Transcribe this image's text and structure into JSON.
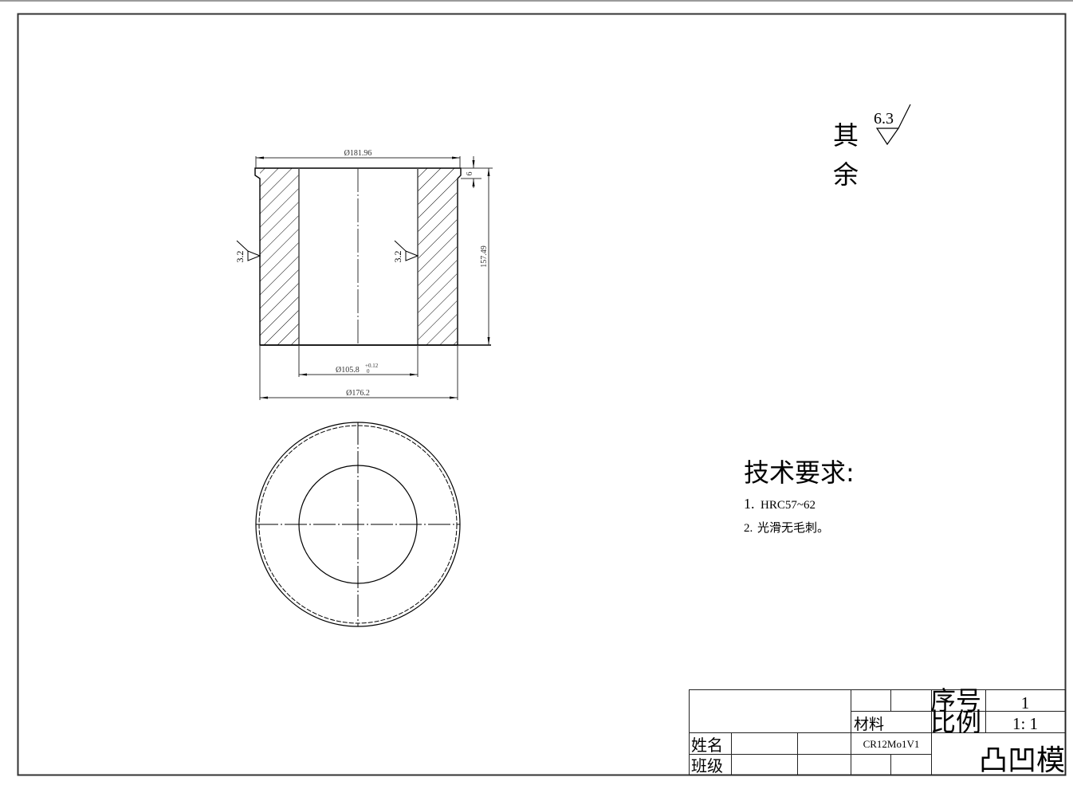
{
  "drawing": {
    "title": "凸凹模",
    "front_view": {
      "dimensions": {
        "flange_diameter": "Ø181.96",
        "step_height": "6",
        "total_height": "157.49",
        "bore_diameter": "Ø105.8",
        "bore_tolerance_upper": "+0.12",
        "bore_tolerance_lower": "0",
        "outer_diameter": "Ø176.2"
      },
      "surface_roughness_left": "3.2",
      "surface_roughness_right": "3.2"
    },
    "general_roughness": {
      "label_line1": "其",
      "label_line2": "余",
      "value": "6.3"
    },
    "technical_requirements": {
      "heading": "技术要求:",
      "items": [
        {
          "num": "1.",
          "text": "HRC57~62"
        },
        {
          "num": "2.",
          "text": "光滑无毛刺。"
        }
      ]
    },
    "title_block": {
      "material_label": "材料",
      "material_value": "CR12Mo1V1",
      "seq_label": "序号",
      "seq_value": "1",
      "scale_label": "比例",
      "scale_value": "1: 1",
      "name_label": "姓名",
      "class_label": "班级",
      "part_name": "凸凹模"
    }
  },
  "colors": {
    "line": "#000000",
    "border": "#333333",
    "dim": "#333333",
    "background": "#ffffff"
  }
}
